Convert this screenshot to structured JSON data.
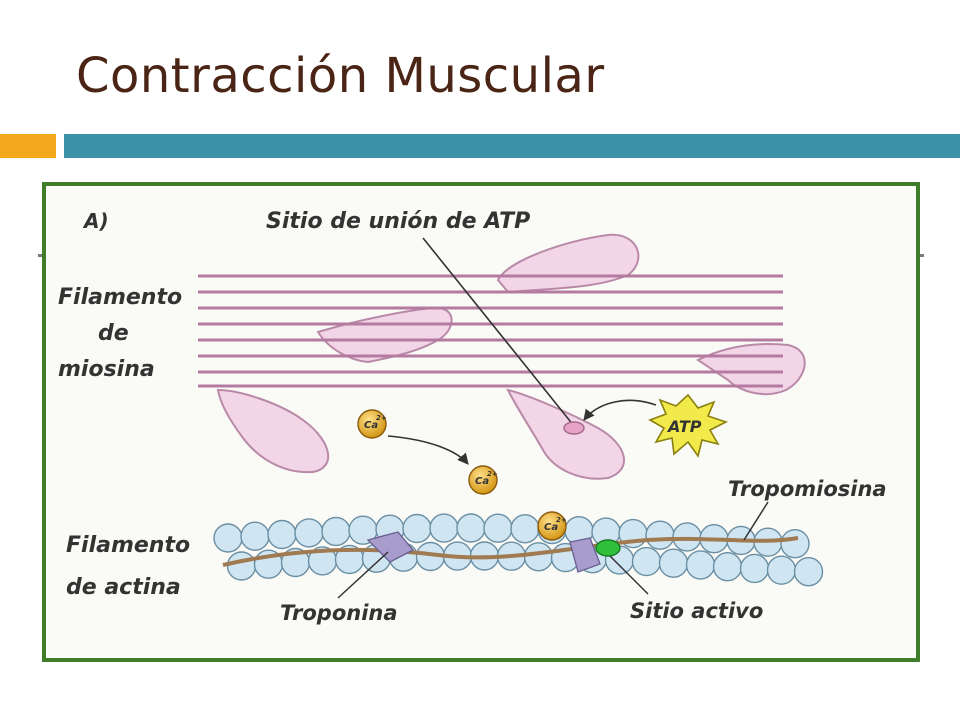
{
  "slide": {
    "title": "Contracción Muscular"
  },
  "figure": {
    "panel_label": "A)",
    "labels": {
      "atp_binding_site": "Sitio de unión de ATP",
      "myosin_line1": "Filamento",
      "myosin_line2": "de",
      "myosin_line3": "miosina",
      "actin_line1": "Filamento",
      "actin_line2": "de actina",
      "tropomyosin": "Tropomiosina",
      "troponin": "Troponina",
      "active_site": "Sitio activo",
      "atp": "ATP",
      "calcium": "Ca"
    },
    "colors": {
      "frame_green": "#3f7d2a",
      "myosin_pink": "#f3d5e8",
      "myosin_stroke": "#b98aa8",
      "actin_bead": "#cfe6f2",
      "actin_bead_stroke": "#6a8ea3",
      "tropomyosin": "#a07a50",
      "troponin": "#a89ccc",
      "active_site": "#2fbf3a",
      "calcium": "#e3a91f",
      "atp_star": "#f1ea4a"
    }
  }
}
